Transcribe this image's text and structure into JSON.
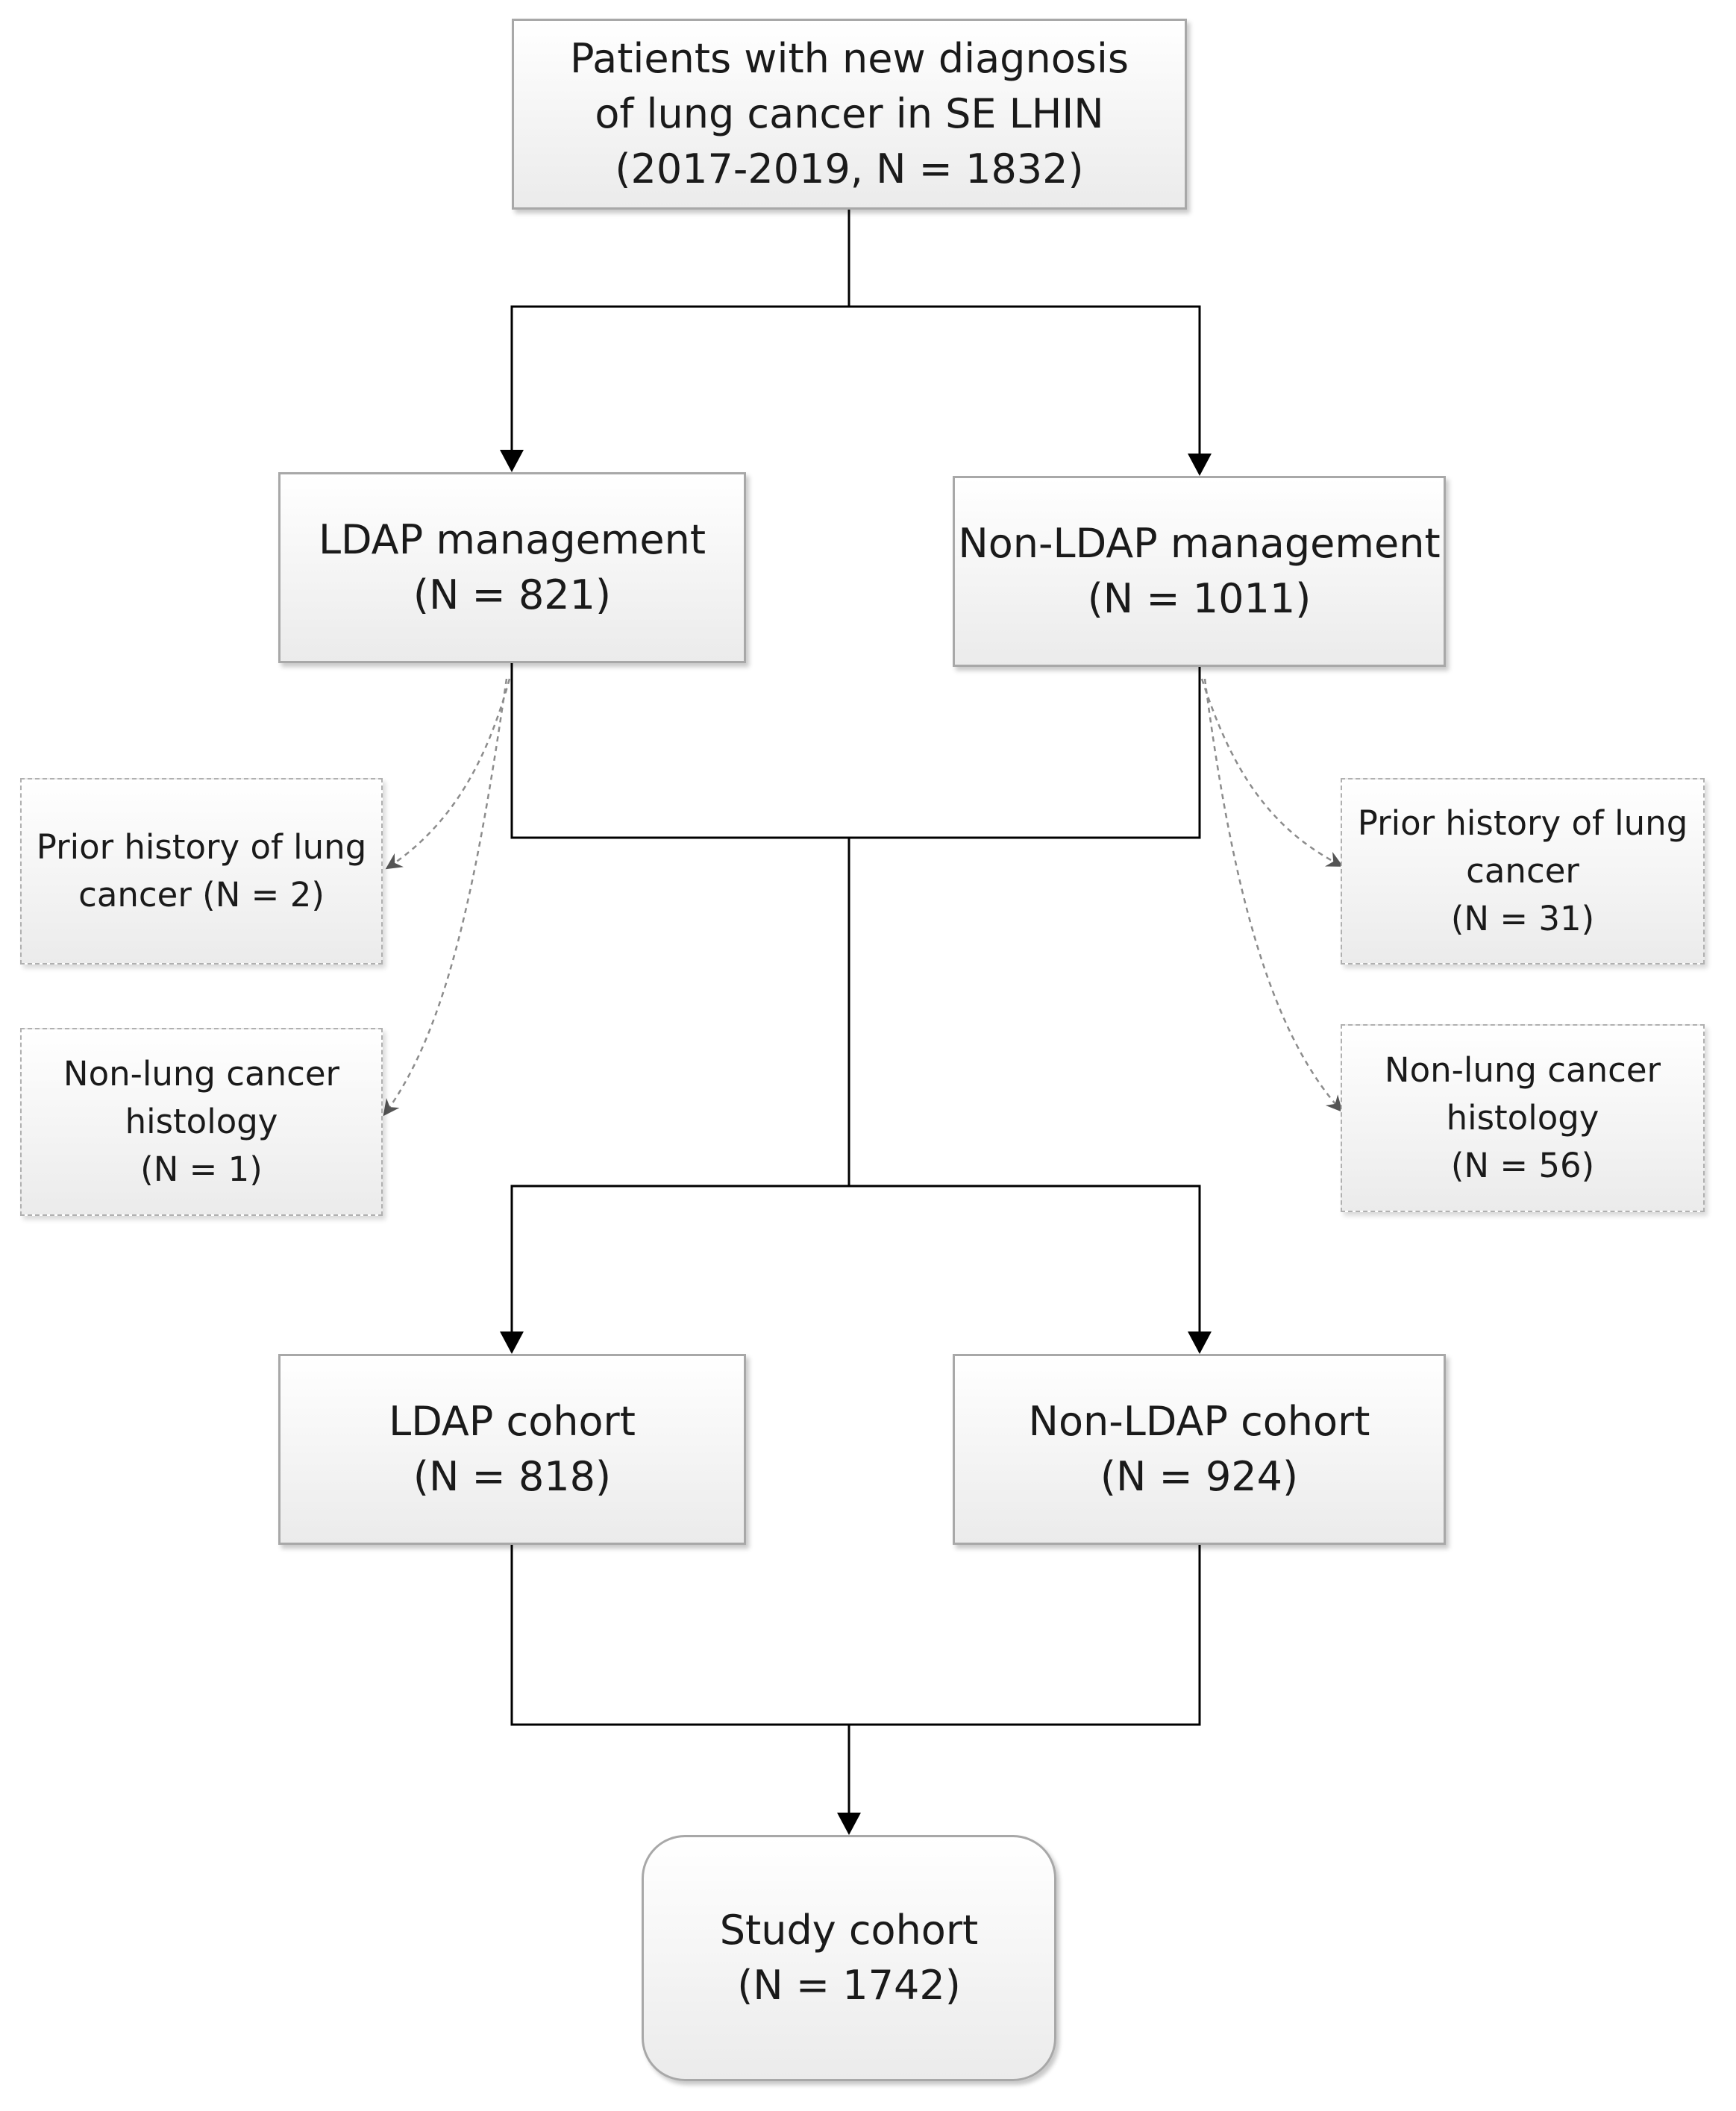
{
  "diagram": {
    "top": {
      "lines": [
        "Patients with new diagnosis",
        "of lung cancer in SE LHIN",
        "(2017-2019, N = 1832)"
      ]
    },
    "ldap_management": {
      "lines": [
        "LDAP management",
        "(N = 821)"
      ]
    },
    "non_ldap_management": {
      "lines": [
        "Non-LDAP management",
        "(N = 1011)"
      ]
    },
    "exclusions_left": [
      {
        "lines": [
          "Prior history of lung",
          "cancer (N = 2)"
        ]
      },
      {
        "lines": [
          "Non-lung cancer",
          "histology",
          "(N = 1)"
        ]
      }
    ],
    "exclusions_right": [
      {
        "lines": [
          "Prior history of lung",
          "cancer",
          "(N = 31)"
        ]
      },
      {
        "lines": [
          "Non-lung cancer",
          "histology",
          "(N = 56)"
        ]
      }
    ],
    "ldap_cohort": {
      "lines": [
        "LDAP cohort",
        "(N = 818)"
      ]
    },
    "non_ldap_cohort": {
      "lines": [
        "Non-LDAP cohort",
        "(N = 924)"
      ]
    },
    "study_cohort": {
      "lines": [
        "Study cohort",
        "(N = 1742)"
      ]
    }
  },
  "colors": {
    "connector": "#000000",
    "dashed_connector": "#8c8c8c",
    "box_border": "#a8a8a8",
    "box_fill_top": "#ffffff",
    "box_fill_bottom": "#ebebeb"
  }
}
